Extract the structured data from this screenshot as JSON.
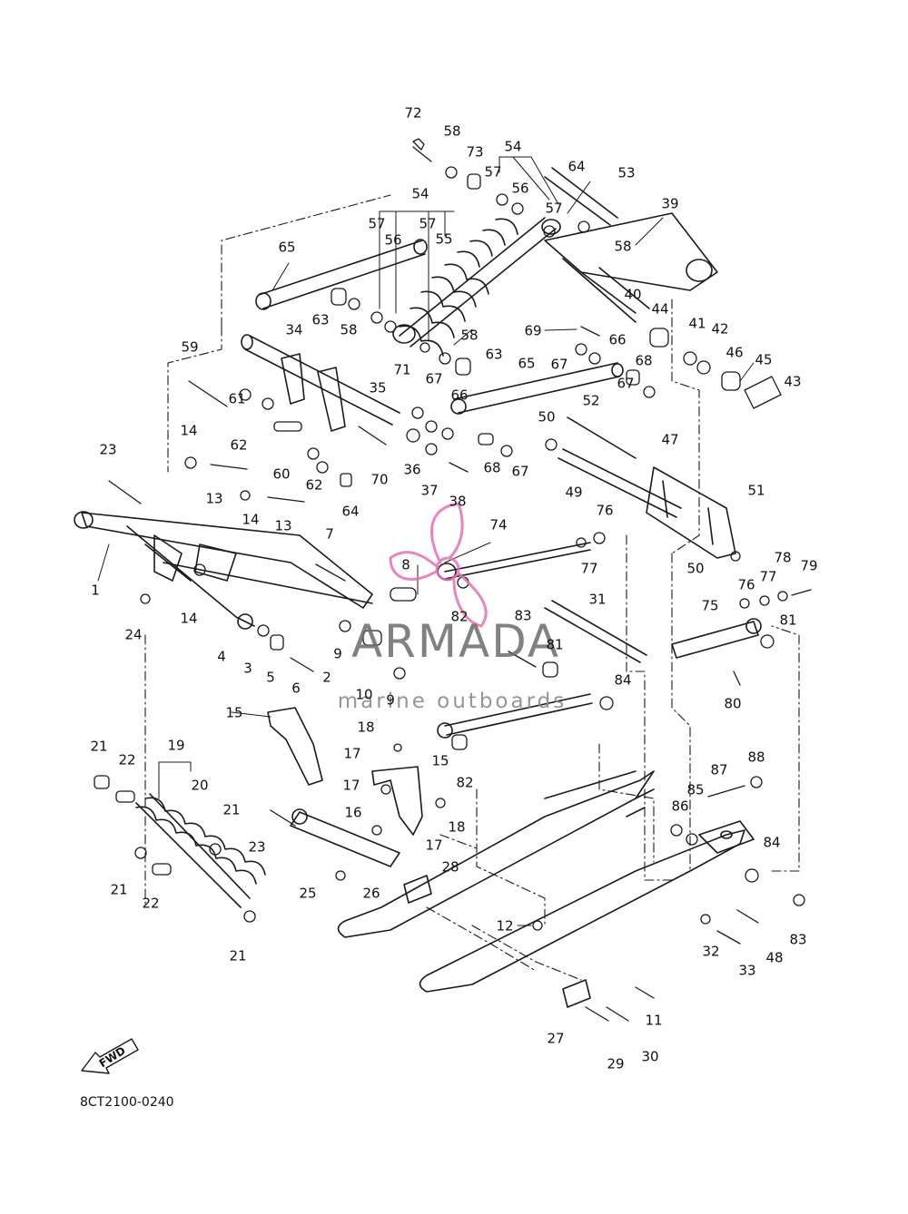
{
  "diagram": {
    "code": "8CT2100-0240",
    "direction_label": "FWD",
    "watermark": {
      "brand": "ARMADA",
      "subtitle": "marine outboards",
      "accent": "#e76fb3"
    },
    "callouts": [
      {
        "n": "72"
      },
      {
        "n": "58"
      },
      {
        "n": "73"
      },
      {
        "n": "54"
      },
      {
        "n": "57"
      },
      {
        "n": "56"
      },
      {
        "n": "64"
      },
      {
        "n": "53"
      },
      {
        "n": "54"
      },
      {
        "n": "57"
      },
      {
        "n": "56"
      },
      {
        "n": "57"
      },
      {
        "n": "55"
      },
      {
        "n": "57"
      },
      {
        "n": "39"
      },
      {
        "n": "58"
      },
      {
        "n": "65"
      },
      {
        "n": "63"
      },
      {
        "n": "58"
      },
      {
        "n": "40"
      },
      {
        "n": "44"
      },
      {
        "n": "69"
      },
      {
        "n": "34"
      },
      {
        "n": "58"
      },
      {
        "n": "66"
      },
      {
        "n": "41"
      },
      {
        "n": "42"
      },
      {
        "n": "63"
      },
      {
        "n": "67"
      },
      {
        "n": "46"
      },
      {
        "n": "45"
      },
      {
        "n": "59"
      },
      {
        "n": "71"
      },
      {
        "n": "65"
      },
      {
        "n": "68"
      },
      {
        "n": "67"
      },
      {
        "n": "35"
      },
      {
        "n": "66"
      },
      {
        "n": "43"
      },
      {
        "n": "67"
      },
      {
        "n": "52"
      },
      {
        "n": "61"
      },
      {
        "n": "50"
      },
      {
        "n": "62"
      },
      {
        "n": "14"
      },
      {
        "n": "23"
      },
      {
        "n": "60"
      },
      {
        "n": "70"
      },
      {
        "n": "36"
      },
      {
        "n": "37"
      },
      {
        "n": "68"
      },
      {
        "n": "67"
      },
      {
        "n": "47"
      },
      {
        "n": "13"
      },
      {
        "n": "62"
      },
      {
        "n": "49"
      },
      {
        "n": "38"
      },
      {
        "n": "51"
      },
      {
        "n": "14"
      },
      {
        "n": "64"
      },
      {
        "n": "13"
      },
      {
        "n": "76"
      },
      {
        "n": "74"
      },
      {
        "n": "7"
      },
      {
        "n": "77"
      },
      {
        "n": "78"
      },
      {
        "n": "79"
      },
      {
        "n": "50"
      },
      {
        "n": "76"
      },
      {
        "n": "77"
      },
      {
        "n": "8"
      },
      {
        "n": "1"
      },
      {
        "n": "31"
      },
      {
        "n": "75"
      },
      {
        "n": "81"
      },
      {
        "n": "24"
      },
      {
        "n": "14"
      },
      {
        "n": "82"
      },
      {
        "n": "83"
      },
      {
        "n": "4"
      },
      {
        "n": "3"
      },
      {
        "n": "5"
      },
      {
        "n": "6"
      },
      {
        "n": "9"
      },
      {
        "n": "81"
      },
      {
        "n": "2"
      },
      {
        "n": "10"
      },
      {
        "n": "9"
      },
      {
        "n": "80"
      },
      {
        "n": "84"
      },
      {
        "n": "15"
      },
      {
        "n": "18"
      },
      {
        "n": "17"
      },
      {
        "n": "15"
      },
      {
        "n": "82"
      },
      {
        "n": "88"
      },
      {
        "n": "21"
      },
      {
        "n": "22"
      },
      {
        "n": "19"
      },
      {
        "n": "87"
      },
      {
        "n": "20"
      },
      {
        "n": "17"
      },
      {
        "n": "85"
      },
      {
        "n": "86"
      },
      {
        "n": "21"
      },
      {
        "n": "16"
      },
      {
        "n": "23"
      },
      {
        "n": "18"
      },
      {
        "n": "17"
      },
      {
        "n": "84"
      },
      {
        "n": "21"
      },
      {
        "n": "22"
      },
      {
        "n": "28"
      },
      {
        "n": "25"
      },
      {
        "n": "26"
      },
      {
        "n": "12"
      },
      {
        "n": "83"
      },
      {
        "n": "32"
      },
      {
        "n": "48"
      },
      {
        "n": "33"
      },
      {
        "n": "21"
      },
      {
        "n": "11"
      },
      {
        "n": "27"
      },
      {
        "n": "29"
      },
      {
        "n": "30"
      }
    ]
  }
}
